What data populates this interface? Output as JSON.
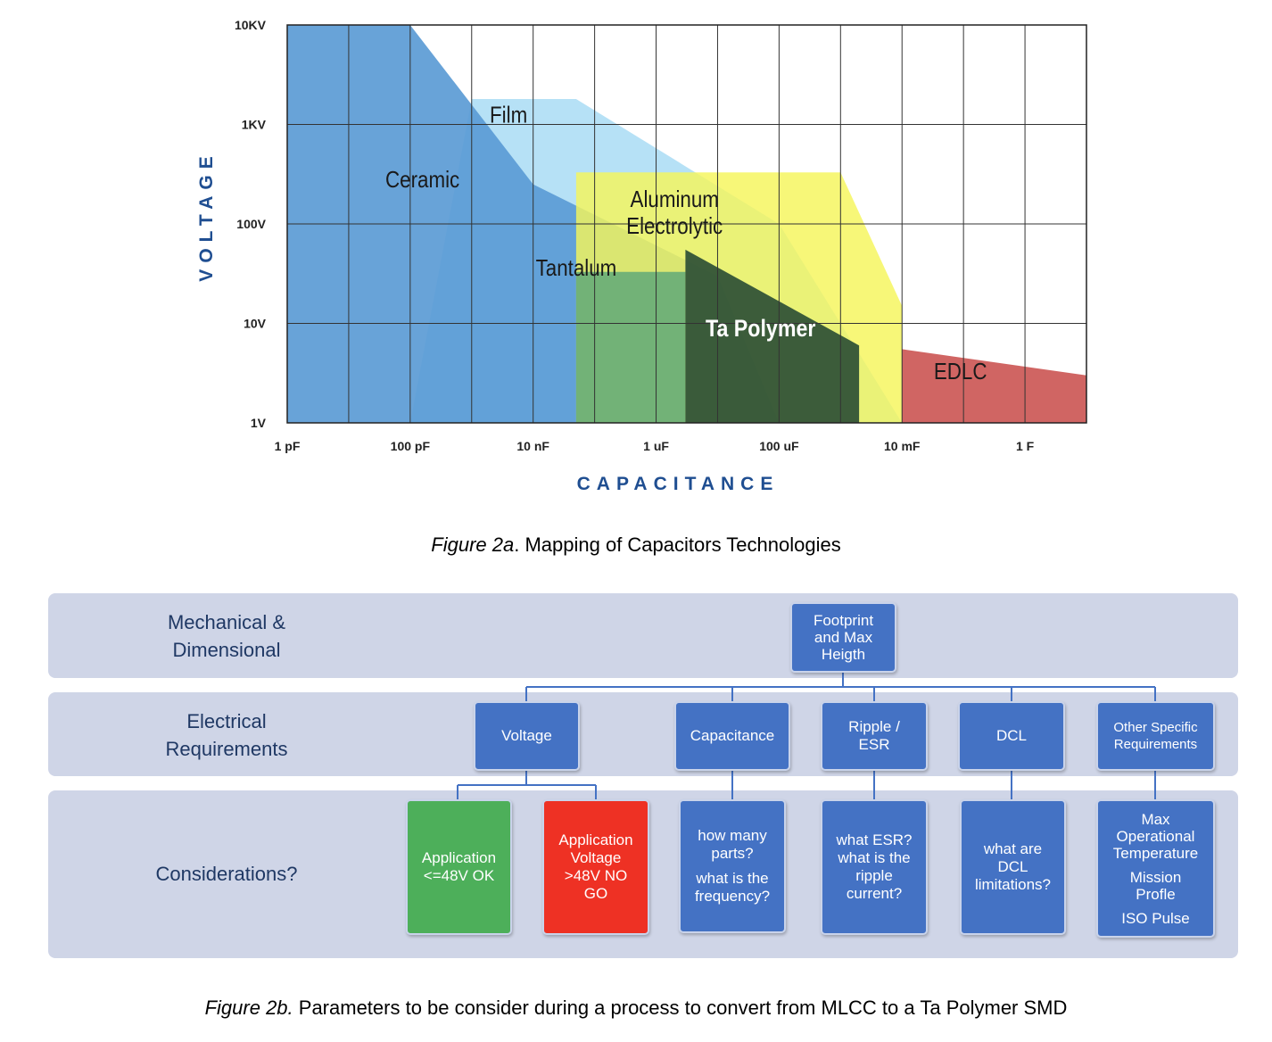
{
  "figure_a": {
    "caption_prefix": "Figure 2a",
    "caption_text": ". Mapping of Capacitors Technologies",
    "chart_data": {
      "type": "area",
      "xlabel": "CAPACITANCE",
      "ylabel": "VOLTAGE",
      "x_scale": "log",
      "y_scale": "log",
      "xlim": [
        "1 pF",
        "10 F"
      ],
      "ylim": [
        "1V",
        "10KV"
      ],
      "x_ticks": [
        "1 pF",
        "100 pF",
        "10 nF",
        "1 uF",
        "100 uF",
        "10 mF",
        "1 F"
      ],
      "y_ticks": [
        "1V",
        "10V",
        "100V",
        "1KV",
        "10KV"
      ],
      "grid": true,
      "series": [
        {
          "name": "Ceramic",
          "color": "#5b9bd5",
          "outline": [
            [
              "1 pF",
              "1V"
            ],
            [
              "1 pF",
              "10KV"
            ],
            [
              "100 pF",
              "10KV"
            ],
            [
              "10 nF",
              "250V"
            ],
            [
              "10 uF",
              "30V"
            ],
            [
              "100 uF",
              "1V"
            ]
          ]
        },
        {
          "name": "Film",
          "color": "#a9dcf5",
          "outline": [
            [
              "100 pF",
              "1V"
            ],
            [
              "1 nF",
              "1.8KV"
            ],
            [
              "50 nF",
              "1.8KV"
            ],
            [
              "100 uF",
              "100V"
            ],
            [
              "10 mF",
              "1V"
            ]
          ]
        },
        {
          "name": "Aluminum Electrolytic",
          "color": "#f5f55a",
          "outline": [
            [
              "50 nF",
              "330V"
            ],
            [
              "1 mF",
              "330V"
            ],
            [
              "10 mF",
              "15V"
            ],
            [
              "10 mF",
              "1V"
            ],
            [
              "50 nF",
              "1V"
            ]
          ]
        },
        {
          "name": "Tantalum",
          "color": "#5fa878",
          "outline": [
            [
              "50 nF",
              "33V"
            ],
            [
              "3 uF",
              "33V"
            ],
            [
              "3 uF",
              "1V"
            ],
            [
              "50 nF",
              "1V"
            ]
          ]
        },
        {
          "name": "Ta Polymer",
          "color": "#2d4f35",
          "outline": [
            [
              "3 uF",
              "55V"
            ],
            [
              "2 mF",
              "6V"
            ],
            [
              "2 mF",
              "1V"
            ],
            [
              "3 uF",
              "1V"
            ]
          ]
        },
        {
          "name": "EDLC",
          "color": "#cd5d5b",
          "outline": [
            [
              "10 mF",
              "5.5V"
            ],
            [
              "10 F",
              "3V"
            ],
            [
              "10 F",
              "1V"
            ],
            [
              "10 mF",
              "1V"
            ]
          ]
        }
      ],
      "region_labels": [
        {
          "series": "Ceramic",
          "lines": [
            "Ceramic"
          ]
        },
        {
          "series": "Film",
          "lines": [
            "Film"
          ]
        },
        {
          "series": "Aluminum Electrolytic",
          "lines": [
            "Aluminum",
            "Electrolytic"
          ]
        },
        {
          "series": "Tantalum",
          "lines": [
            "Tantalum"
          ]
        },
        {
          "series": "Ta Polymer",
          "lines": [
            "Ta Polymer"
          ]
        },
        {
          "series": "EDLC",
          "lines": [
            "EDLC"
          ]
        }
      ],
      "colors": {
        "axis_title": "#1f4e91",
        "grid": "#333333"
      }
    }
  },
  "figure_b": {
    "caption_prefix": "Figure 2b.",
    "caption_text": " Parameters to be consider during a process to convert from MLCC to a Ta Polymer SMD",
    "bands": {
      "mechanical": [
        "Mechanical &",
        "Dimensional"
      ],
      "electrical": [
        "Electrical",
        "Requirements"
      ],
      "considerations": [
        "Considerations?"
      ]
    },
    "root": [
      "Footprint",
      "and Max",
      "Heigth"
    ],
    "requirements": {
      "voltage": [
        "Voltage"
      ],
      "capacitance": [
        "Capacitance"
      ],
      "ripple": [
        "Ripple /",
        "ESR"
      ],
      "dcl": [
        "DCL"
      ],
      "other": [
        "Other Specific",
        "Requirements"
      ]
    },
    "considerations": {
      "ok": [
        "Application",
        "<=48V OK"
      ],
      "nogo": [
        "Application",
        "Voltage",
        ">48V NO",
        "GO"
      ],
      "capacitance": {
        "q1": [
          "how many",
          "parts?"
        ],
        "q2": [
          "what is the",
          "frequency?"
        ]
      },
      "ripple": [
        "what ESR?",
        "what is the",
        "ripple",
        "current?"
      ],
      "dcl": [
        "what are",
        "DCL",
        "limitations?"
      ],
      "other": {
        "q1": [
          "Max",
          "Operational",
          "Temperature"
        ],
        "q2": [
          "Mission",
          "Profle"
        ],
        "q3": [
          "ISO Pulse"
        ]
      }
    },
    "colors": {
      "box": "#4472c4",
      "ok": "#4daf5a",
      "nogo": "#ee3124",
      "band": "#cfd5e7",
      "label": "#1f3864"
    }
  }
}
